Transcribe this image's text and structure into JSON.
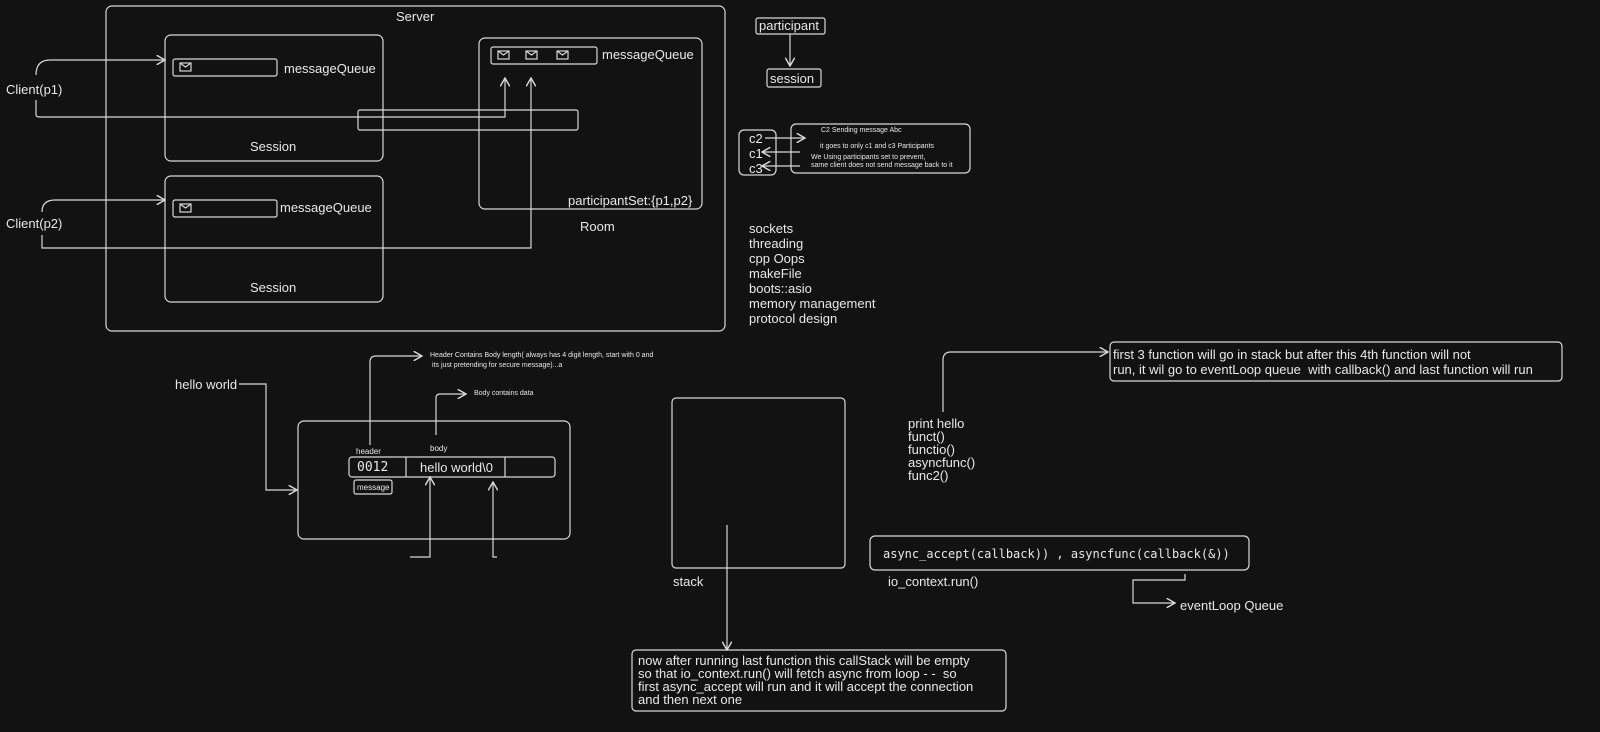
{
  "server": {
    "title": "Server",
    "room_label": "Room",
    "session_label": "Session",
    "message_queue": "messageQueue",
    "participant_set": "participantSet:{p1,p2}",
    "client1": "Client(p1)",
    "client2": "Client(p2)"
  },
  "legend": {
    "participant": "participant",
    "session": "session"
  },
  "broadcast": {
    "c2": "c2",
    "c1": "c1",
    "c3": "c3",
    "line1": "C2 Sending message Abc",
    "line2": "it goes to only c1 and c3 Participants",
    "line3": "We Using participants set to prevent,",
    "line4": "same client does not send message back to it"
  },
  "topics": [
    "sockets",
    "threading",
    "cpp Oops",
    "makeFile",
    "boots::asio",
    "memory management",
    "protocol design"
  ],
  "message": {
    "input": "hello world",
    "header_note_1": "Header Contains Body length( always has 4 digit length, start with 0 and",
    "header_note_2": "its just pretending for secure message)...a",
    "body_note": "Body contains data",
    "header_label": "header",
    "body_label": "body",
    "header_value": "0012",
    "body_value": "hello world\\0",
    "message_label": "message"
  },
  "stack": {
    "label": "stack",
    "note": [
      "now after running last function this callStack will be empty",
      "so that io_context.run() will fetch async from loop - -  so",
      "first async_accept will run and it will accept the connection",
      "and then next one"
    ]
  },
  "functions": {
    "list": [
      "print hello",
      "funct()",
      "functio()",
      "asyncfunc()",
      "func2()"
    ],
    "note": [
      "first 3 function will go in stack but after this 4th function will not",
      "run, it wil go to eventLoop queue  with callback() and last function will run"
    ]
  },
  "async": {
    "code": "async_accept(callback)) , asyncfunc(callback(&))",
    "run": "io_context.run()",
    "queue": "eventLoop Queue"
  }
}
